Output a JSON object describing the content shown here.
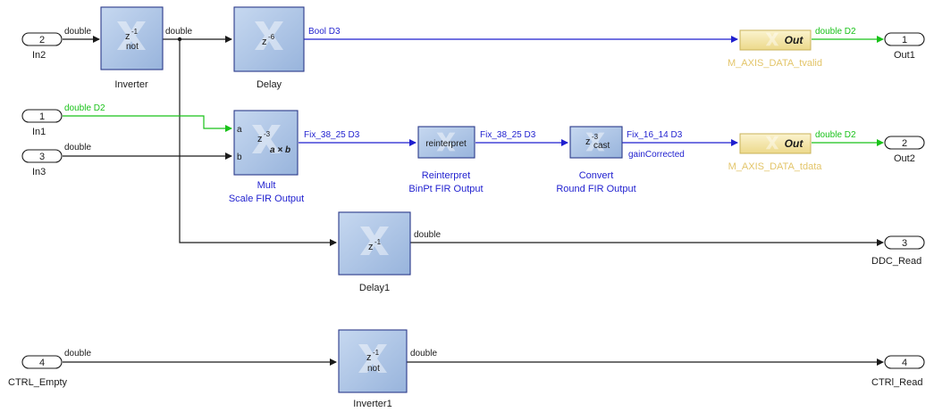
{
  "colors": {
    "black_wire": "#1a1a1a",
    "blue_wire": "#1f1fcf",
    "green_wire": "#19c219",
    "block_fill": "#aec6e8",
    "block_stroke": "#2a3a8a",
    "gateway_fill": "#f4e6a6",
    "gateway_text": "#e6c872"
  },
  "inports": [
    {
      "num": "2",
      "name": "In2"
    },
    {
      "num": "1",
      "name": "In1"
    },
    {
      "num": "3",
      "name": "In3"
    },
    {
      "num": "4",
      "name": "CTRL_Empty"
    }
  ],
  "outports": [
    {
      "num": "1",
      "name": "Out1"
    },
    {
      "num": "2",
      "name": "Out2"
    },
    {
      "num": "3",
      "name": "DDC_Read"
    },
    {
      "num": "4",
      "name": "CTRl_Read"
    }
  ],
  "blocks": {
    "inverter": {
      "name": "Inverter",
      "z": "z",
      "exp": "-1",
      "op": "not"
    },
    "delay": {
      "name": "Delay",
      "z": "z",
      "exp": "-6"
    },
    "mult": {
      "name": "Mult",
      "subtitle": "Scale FIR Output",
      "z": "z",
      "exp": "-3",
      "port_a": "a",
      "port_b": "b",
      "expr": "a × b"
    },
    "reinterpret": {
      "name": "Reinterpret",
      "subtitle": "BinPt FIR Output",
      "text": "reinterpret"
    },
    "convert": {
      "name": "Convert",
      "subtitle": "Round FIR Output",
      "z": "z",
      "exp": "-3",
      "op": "cast"
    },
    "delay1": {
      "name": "Delay1",
      "z": "z",
      "exp": "-1"
    },
    "inverter1": {
      "name": "Inverter1",
      "z": "z",
      "exp": "-1",
      "op": "not"
    },
    "gw_tvalid": {
      "name": "M_AXIS_DATA_tvalid",
      "text": "Out"
    },
    "gw_tdata": {
      "name": "M_AXIS_DATA_tdata",
      "text": "Out"
    }
  },
  "signals": {
    "in2": "double",
    "inv_out": "double",
    "delay_out": "Bool D3",
    "gw1_out": "double D2",
    "in1": "double D2",
    "in3": "double",
    "mult_out": "Fix_38_25 D3",
    "reint_out": "Fix_38_25 D3",
    "conv_out": "Fix_16_14 D3",
    "conv_out_name": "gainCorrected",
    "gw2_out": "double D2",
    "delay1_out": "double",
    "ctrl_in": "double",
    "inv1_out": "double"
  }
}
